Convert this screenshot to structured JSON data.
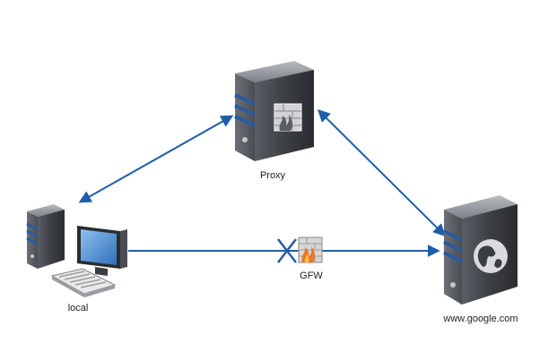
{
  "nodes": {
    "proxy": {
      "label": "Proxy",
      "icon": "firewall-server-icon"
    },
    "local": {
      "label": "local",
      "icon": "workstation-icon"
    },
    "google": {
      "label": "www.google.com",
      "icon": "web-server-icon"
    },
    "gfw": {
      "label": "GFW",
      "icon": "firewall-icon"
    }
  },
  "edges": [
    {
      "from": "local",
      "to": "proxy",
      "direction": "both"
    },
    {
      "from": "proxy",
      "to": "google",
      "direction": "both"
    },
    {
      "from": "local",
      "to": "google",
      "direction": "forward",
      "blocked": true
    }
  ],
  "colors": {
    "arrow": "#1f5fa8",
    "server_dark": "#3a3d42",
    "server_light": "#8a8d92",
    "stripe": "#2b5aa0",
    "block_mark": "#2b5aa0",
    "flame": "#e8772e",
    "brick": "#9a9a9a"
  }
}
